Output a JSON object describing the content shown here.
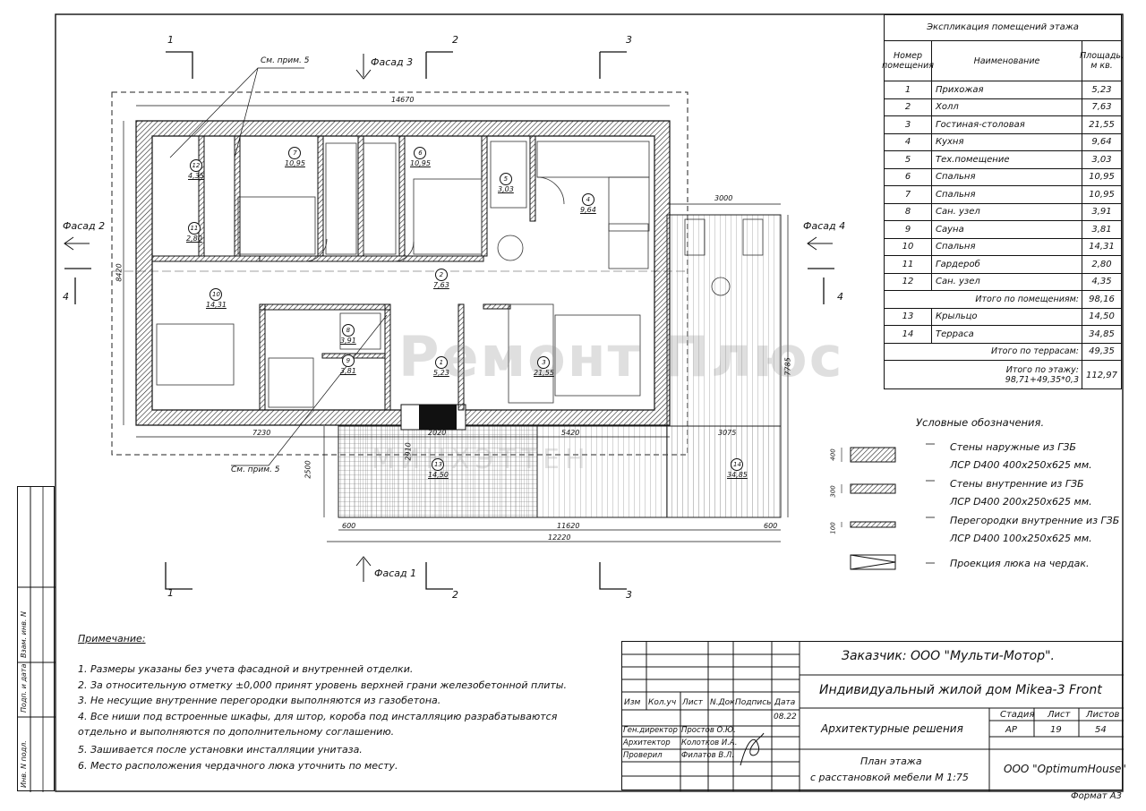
{
  "explication": {
    "title": "Экспликация помещений этажа",
    "headers": {
      "num": "Номер помещения",
      "name": "Наименование",
      "area": "Площадь, м кв."
    },
    "rows": [
      {
        "num": "1",
        "name": "Прихожая",
        "area": "5,23"
      },
      {
        "num": "2",
        "name": "Холл",
        "area": "7,63"
      },
      {
        "num": "3",
        "name": "Гостиная-столовая",
        "area": "21,55"
      },
      {
        "num": "4",
        "name": "Кухня",
        "area": "9,64"
      },
      {
        "num": "5",
        "name": "Тех.помещение",
        "area": "3,03"
      },
      {
        "num": "6",
        "name": "Спальня",
        "area": "10,95"
      },
      {
        "num": "7",
        "name": "Спальня",
        "area": "10,95"
      },
      {
        "num": "8",
        "name": "Сан. узел",
        "area": "3,91"
      },
      {
        "num": "9",
        "name": "Сауна",
        "area": "3,81"
      },
      {
        "num": "10",
        "name": "Спальня",
        "area": "14,31"
      },
      {
        "num": "11",
        "name": "Гардероб",
        "area": "2,80"
      },
      {
        "num": "12",
        "name": "Сан. узел",
        "area": "4,35"
      }
    ],
    "total_rooms_label": "Итого по помещениям:",
    "total_rooms_value": "98,16",
    "rows2": [
      {
        "num": "13",
        "name": "Крыльцо",
        "area": "14,50"
      },
      {
        "num": "14",
        "name": "Терраса",
        "area": "34,85"
      }
    ],
    "total_terraces_label": "Итого по террасам:",
    "total_terraces_value": "49,35",
    "total_floor_label1": "Итого по этажу:",
    "total_floor_label2": "98,71+49,35*0,3",
    "total_floor_value": "112,97"
  },
  "plan": {
    "facade_top": "Фасад 3",
    "facade_bottom": "Фасад 1",
    "facade_left": "Фасад 2",
    "facade_right": "Фасад 4",
    "axis_1": "1",
    "axis_2": "2",
    "axis_3": "3",
    "axis_4": "4",
    "see_note_top": "См. прим. 5",
    "see_note_bottom": "См. прим. 5",
    "dim_top": "14670",
    "dim_bottom_left": "7230",
    "dim_bottom_mid": "2020",
    "dim_bottom_right": "5420",
    "dim_terrace": "3075",
    "dim_total_bottom": "12220",
    "dim_inner_bottom": "11620",
    "dim_600a": "600",
    "dim_600b": "600",
    "dim_3000": "3000",
    "dim_left_height": "8420",
    "dim_right_height": "7785",
    "dim_2910": "2910",
    "dim_2500": "2500",
    "rooms": [
      {
        "n": "12",
        "a": "4,35"
      },
      {
        "n": "11",
        "a": "2,80"
      },
      {
        "n": "7",
        "a": "10,95"
      },
      {
        "n": "6",
        "a": "10,95"
      },
      {
        "n": "5",
        "a": "3,03"
      },
      {
        "n": "4",
        "a": "9,64"
      },
      {
        "n": "2",
        "a": "7,63"
      },
      {
        "n": "10",
        "a": "14,31"
      },
      {
        "n": "8",
        "a": "3,91"
      },
      {
        "n": "9",
        "a": "3,81"
      },
      {
        "n": "1",
        "a": "5,23"
      },
      {
        "n": "3",
        "a": "21,55"
      },
      {
        "n": "13",
        "a": "14,50"
      },
      {
        "n": "14",
        "a": "34,85"
      }
    ],
    "watermark": "Ремонт Плюс",
    "watermark2": "МИНХЭТТЕН"
  },
  "legend": {
    "title": "Условные обозначения.",
    "items": [
      {
        "line1": "Стены наружные из ГЗБ",
        "line2": "ЛСР D400  400х250х625  мм.",
        "dim": "400"
      },
      {
        "line1": "Стены внутренние из ГЗБ",
        "line2": "ЛСР D400  200х250х625  мм.",
        "dim": "300"
      },
      {
        "line1": "Перегородки внутренние из ГЗБ",
        "line2": "ЛСР D400  100х250х625  мм.",
        "dim": "100"
      },
      {
        "line1": "Проекция люка на чердак.",
        "line2": "",
        "dim": ""
      }
    ]
  },
  "notes": {
    "title": "Примечание:",
    "items": [
      "1. Размеры указаны без учета фасадной и внутренней отделки.",
      "2. За относительную отметку ±0,000 принят уровень   верхней   грани железобетонной плиты.",
      "3. Не несущие внутренние перегородки выполняются из газобетона.",
      "4. Все ниши под встроенные шкафы, для штор, короба под инсталляцию разрабатываются",
      "    отдельно и выполняются по дополнительному соглашению.",
      "5. Зашивается после установки инсталляции унитаза.",
      "6. Место расположения чердачного люка уточнить по месту."
    ]
  },
  "stamp": {
    "customer": "Заказчик:  ООО  \"Мульти-Мотор\".",
    "project": "Индивидуальный жилой дом Mikea-3 Front",
    "section": "Архитектурные решения",
    "sheet_title1": "План    этажа",
    "sheet_title2": "с расстановкой мебели  М  1:75",
    "company": "ООО  \"OptimumHouse\"",
    "col_headers": [
      "Изм",
      "Кол.уч",
      "Лист",
      "N.Док.",
      "Подпись",
      "Дата"
    ],
    "date": "08.22",
    "roles": [
      {
        "role": "Ген.директор",
        "name": "Простов  О.Ю."
      },
      {
        "role": "Архитектор",
        "name": "Колотков  И.А."
      },
      {
        "role": "Проверил",
        "name": "Филатов  В.Л."
      }
    ],
    "stage_label": "Стадия",
    "sheet_label": "Лист",
    "sheets_label": "Листов",
    "stage": "АР",
    "sheet": "19",
    "sheets": "54",
    "format": "Формат  А3"
  },
  "side_stamp": [
    "Инв. N подл.",
    "Подп. и дата",
    "Взам. инв. N"
  ]
}
